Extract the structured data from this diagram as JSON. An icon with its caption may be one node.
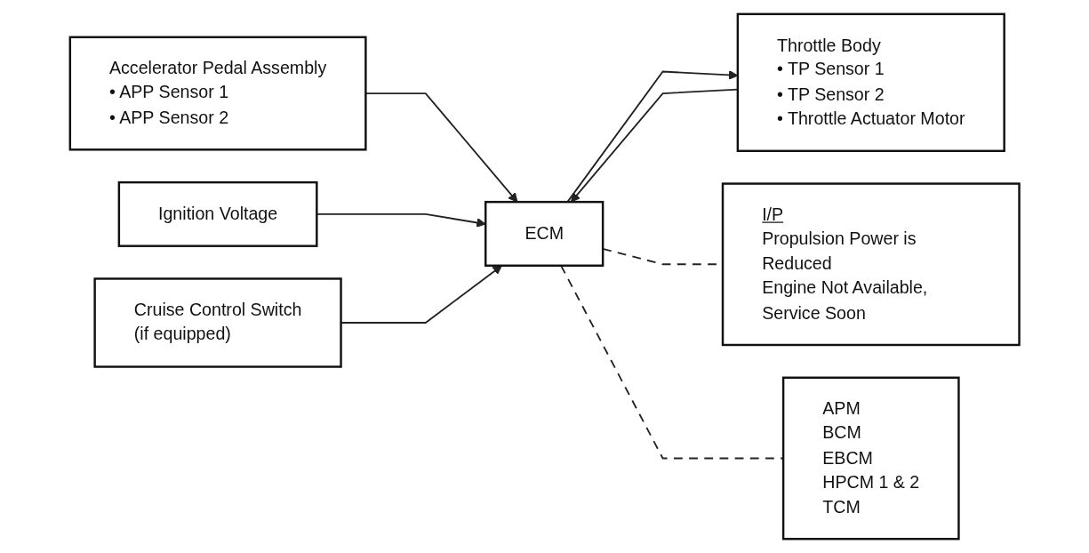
{
  "diagram": {
    "nodes": [
      {
        "text": [
          "Accelerator Pedal Assembly",
          "• APP Sensor 1",
          "• APP Sensor 2"
        ]
      },
      {
        "text": [
          "Ignition Voltage"
        ]
      },
      {
        "text": [
          "Cruise Control Switch",
          "(if equipped)"
        ]
      },
      {
        "text": [
          "Throttle Body",
          "• TP Sensor 1",
          "• TP Sensor 2",
          "• Throttle Actuator Motor"
        ]
      },
      {
        "text": [
          "ECM"
        ]
      },
      {
        "text": [
          "I/P",
          "Propulsion Power is Reduced",
          "Engine Not Available, Service Soon"
        ]
      },
      {
        "text": [
          "APM",
          "BCM",
          "EBCM",
          "HPCM 1 & 2",
          "TCM"
        ]
      }
    ],
    "edges": [
      {
        "from": 0,
        "to": 4,
        "arrow": "to"
      },
      {
        "from": 1,
        "to": 4,
        "arrow": "to"
      },
      {
        "from": 2,
        "to": 4,
        "arrow": "to"
      },
      {
        "from": 3,
        "to": 4,
        "arrow": "to"
      },
      {
        "from": 4,
        "to": 3,
        "arrow": "to"
      },
      {
        "from": 4,
        "to": 5,
        "arrow": "none",
        "style": "dashed"
      },
      {
        "from": 4,
        "to": 6,
        "arrow": "none",
        "style": "dashed"
      }
    ]
  }
}
